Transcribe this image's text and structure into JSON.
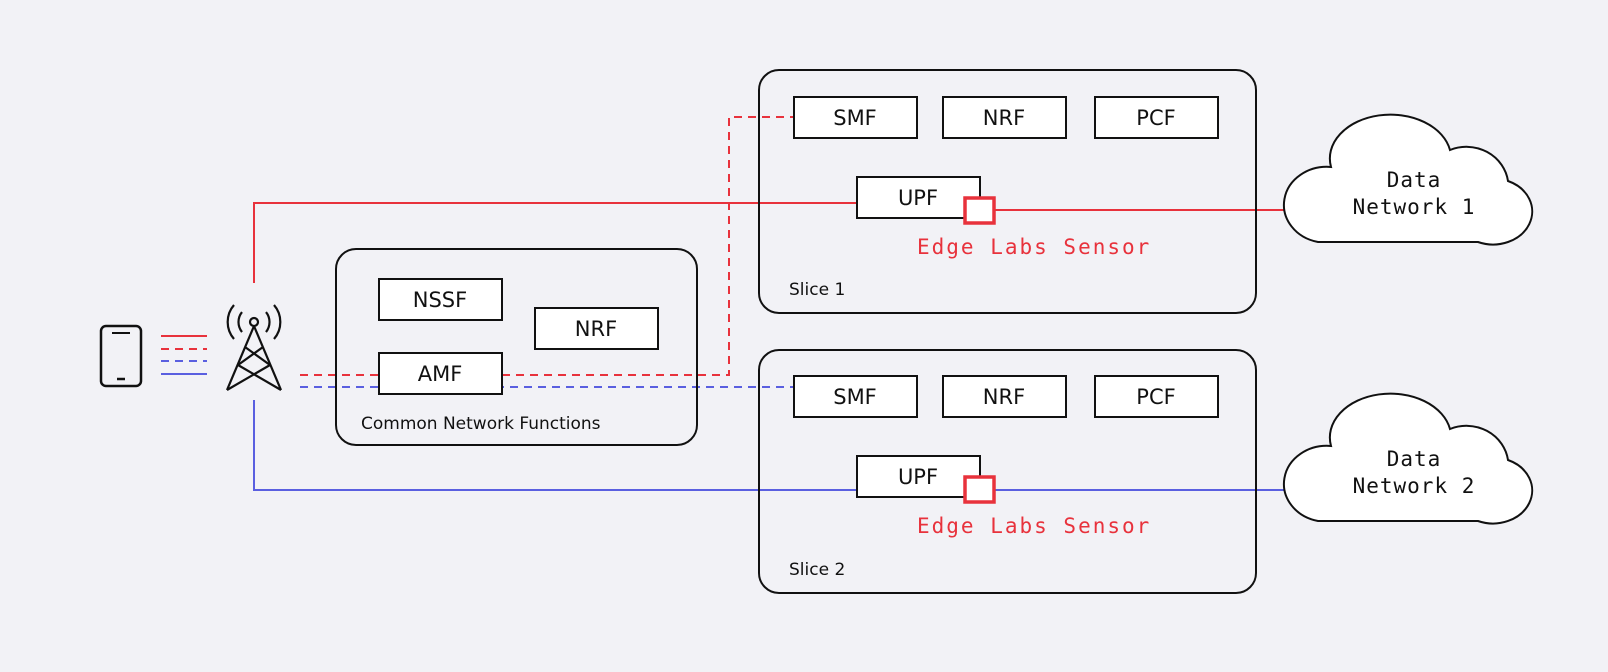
{
  "colors": {
    "slice1": "#e8323c",
    "slice2": "#5a5fe0",
    "sensor": "#e8323c",
    "background": "#f2f2f6"
  },
  "icons": {
    "device": "smartphone-icon",
    "tower": "cell-tower-icon"
  },
  "common": {
    "label": "Common Network Functions",
    "nssf": "NSSF",
    "nrf": "NRF",
    "amf": "AMF"
  },
  "slice1": {
    "label": "Slice 1",
    "smf": "SMF",
    "nrf": "NRF",
    "pcf": "PCF",
    "upf": "UPF",
    "sensor": "Edge Labs Sensor"
  },
  "slice2": {
    "label": "Slice 2",
    "smf": "SMF",
    "nrf": "NRF",
    "pcf": "PCF",
    "upf": "UPF",
    "sensor": "Edge Labs Sensor"
  },
  "dn1": {
    "line1": "Data",
    "line2": "Network 1"
  },
  "dn2": {
    "line1": "Data",
    "line2": "Network 2"
  }
}
